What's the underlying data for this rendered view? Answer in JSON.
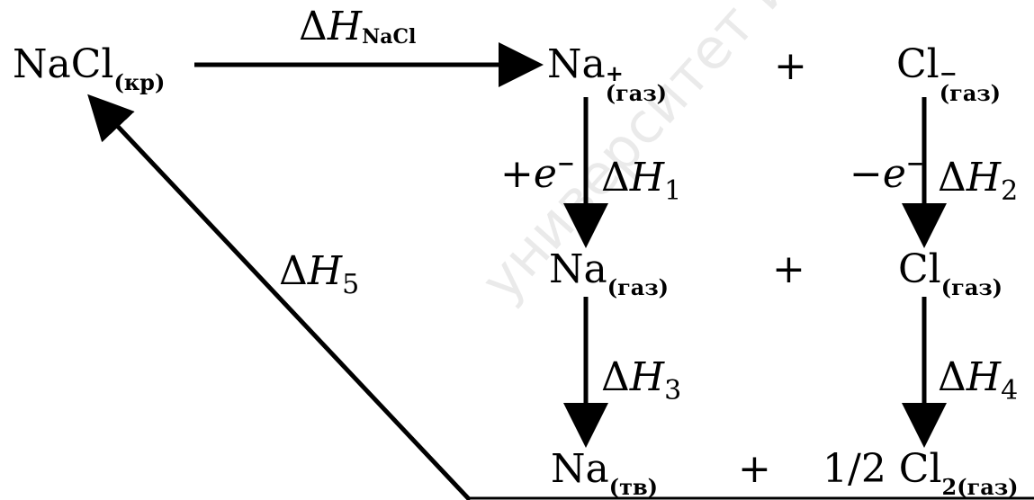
{
  "watermark": "университет имени Н. Г. Чернышевского",
  "species": {
    "nacl_cr": {
      "main": "NaCl",
      "sub": "(кр)"
    },
    "na_plus_gas": {
      "main": "Na",
      "sup": "+",
      "sub": "(газ)"
    },
    "cl_minus_gas": {
      "main": "Cl",
      "sup": "−",
      "sub": "(газ)"
    },
    "na_gas": {
      "main": "Na",
      "sub": "(газ)"
    },
    "cl_gas": {
      "main": "Cl",
      "sub": "(газ)"
    },
    "na_solid": {
      "main": "Na",
      "sub": "(тв)"
    },
    "cl2_gas": {
      "main": "1/2 Cl",
      "sub": "2(газ)"
    }
  },
  "plus_sign": "+",
  "arrows": {
    "dh_nacl": {
      "delta": "Δ",
      "symbol": "H",
      "sub": "NaCl"
    },
    "dh1": {
      "delta": "Δ",
      "symbol": "H",
      "sub": "1"
    },
    "dh2": {
      "delta": "Δ",
      "symbol": "H",
      "sub": "2"
    },
    "dh3": {
      "delta": "Δ",
      "symbol": "H",
      "sub": "3"
    },
    "dh4": {
      "delta": "Δ",
      "symbol": "H",
      "sub": "4"
    },
    "dh5": {
      "delta": "Δ",
      "symbol": "H",
      "sub": "5"
    }
  },
  "electron": {
    "gain": {
      "sign": "+",
      "symbol": "e",
      "sup": "−"
    },
    "loss": {
      "sign": "−",
      "symbol": "e",
      "sup": "−"
    }
  }
}
